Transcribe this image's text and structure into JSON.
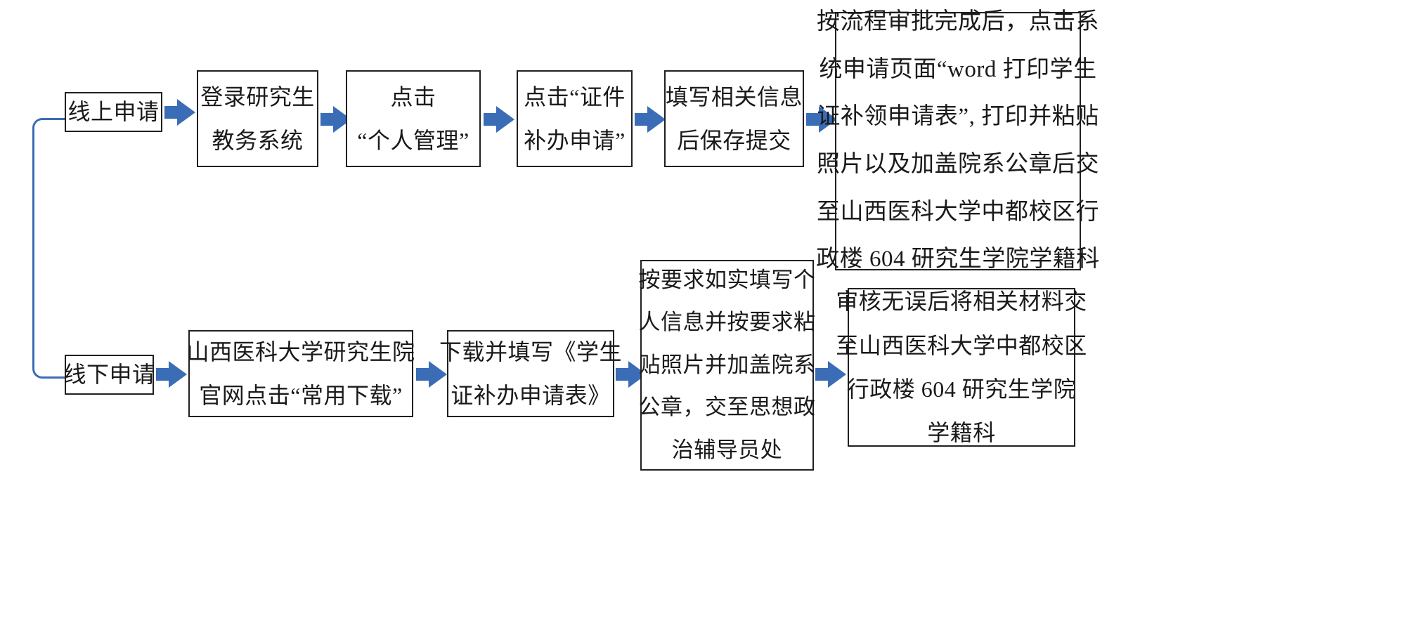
{
  "diagram": {
    "title": "学生证补办申请流程图",
    "colors": {
      "arrow": "#3a6db5",
      "connector": "#3a6db5",
      "box_border": "#202020",
      "text": "#1a1a1a",
      "background": "#ffffff"
    }
  },
  "branches": {
    "online": {
      "label": "线上申请",
      "steps": [
        {
          "id": "online-login",
          "lines": [
            "登录研究生",
            "教务系统"
          ]
        },
        {
          "id": "online-personal-management",
          "lines": [
            "点击",
            "“个人管理”"
          ]
        },
        {
          "id": "online-certificate-application",
          "lines": [
            "点击“证件",
            "补办申请”"
          ]
        },
        {
          "id": "online-fill-save-submit",
          "lines": [
            "填写相关信息",
            "后保存提交"
          ]
        },
        {
          "id": "online-print-submit",
          "lines": [
            "按流程审批完成后，点击系",
            "统申请页面“word 打印学生",
            "证补领申请表”, 打印并粘贴",
            "照片以及加盖院系公章后交",
            "至山西医科大学中都校区行",
            "政楼 604 研究生学院学籍科"
          ]
        }
      ]
    },
    "offline": {
      "label": "线下申请",
      "steps": [
        {
          "id": "offline-website-download",
          "lines": [
            "山西医科大学研究生院",
            "官网点击“常用下载”"
          ]
        },
        {
          "id": "offline-download-form",
          "lines": [
            "下载并填写《学生",
            "证补办申请表》"
          ]
        },
        {
          "id": "offline-fill-form",
          "lines": [
            "按要求如实填写个",
            "人信息并按要求粘",
            "贴照片并加盖院系",
            "公章，交至思想政",
            "治辅导员处"
          ]
        },
        {
          "id": "offline-final-submit",
          "lines": [
            "审核无误后将相关材料交",
            "至山西医科大学中都校区",
            "行政楼 604 研究生学院",
            "学籍科"
          ]
        }
      ]
    }
  },
  "connectors": {
    "branch_split": "split-connector",
    "arrow_icon": "right-arrow-icon"
  }
}
